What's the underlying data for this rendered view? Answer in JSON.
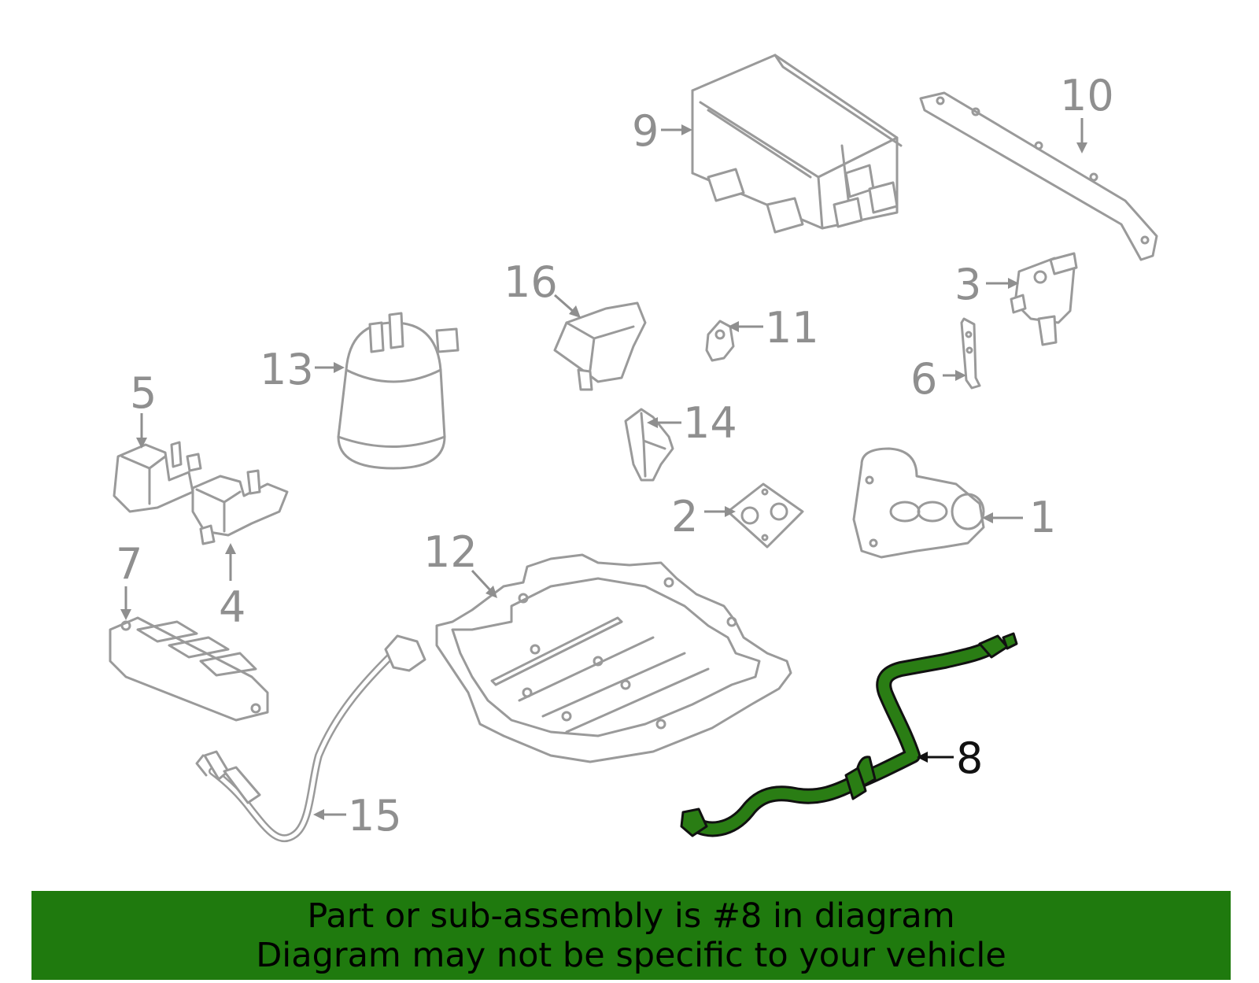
{
  "callouts": {
    "c1": "1",
    "c2": "2",
    "c3": "3",
    "c4": "4",
    "c5": "5",
    "c6": "6",
    "c7": "7",
    "c8": "8",
    "c9": "9",
    "c10": "10",
    "c11": "11",
    "c12": "12",
    "c13": "13",
    "c14": "14",
    "c15": "15",
    "c16": "16"
  },
  "highlighted_part": "8",
  "colors": {
    "highlight": "#2a7d14",
    "banner": "#1f7a0e",
    "line_art": "#9a9a9a",
    "callout_text": "#8f8f8f",
    "active_callout": "#111111"
  },
  "banner": {
    "line1": "Part or sub-assembly is #8 in diagram",
    "line2": "Diagram may not be specific to your vehicle"
  }
}
